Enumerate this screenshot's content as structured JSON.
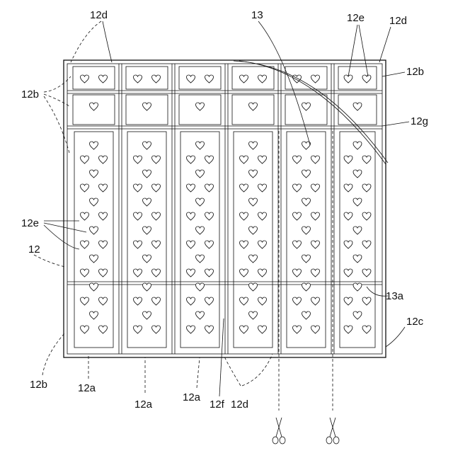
{
  "figure": {
    "labels": {
      "l12d_top": "12d",
      "l13": "13",
      "l12e_top": "12e",
      "l12d_right": "12d",
      "l12b_right": "12b",
      "l12b_left": "12b",
      "l12g": "12g",
      "l12e_left": "12e",
      "l12": "12",
      "l13a": "13a",
      "l12c": "12c",
      "l12b_bottom": "12b",
      "l12a_1": "12a",
      "l12a_2": "12a",
      "l12a_3": "12a",
      "l12f": "12f",
      "l12d_bottom": "12d"
    },
    "columns": 6,
    "rows": [
      "12b",
      "12b",
      "12e",
      "12a"
    ],
    "cut_marks": [
      "scissors-left",
      "scissors-right"
    ]
  }
}
